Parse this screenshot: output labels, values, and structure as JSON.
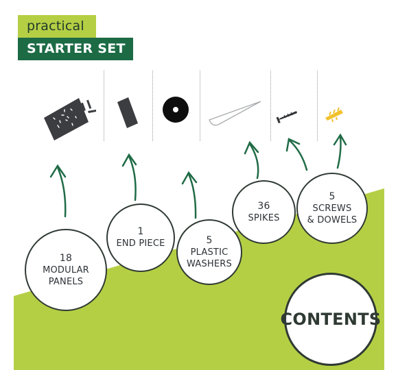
{
  "header": {
    "tag_top": "practical",
    "tag_bottom": "STARTER SET"
  },
  "items": [
    {
      "number": "18",
      "label_1": "MODULAR",
      "label_2": "PANELS",
      "icon": "modular-panel-icon"
    },
    {
      "number": "1",
      "label_1": "END PIECE",
      "label_2": "",
      "icon": "end-piece-icon"
    },
    {
      "number": "5",
      "label_1": "PLASTIC",
      "label_2": "WASHERS",
      "icon": "washer-icon"
    },
    {
      "number": "36",
      "label_1": "SPIKES",
      "label_2": "",
      "icon": "spike-icon"
    },
    {
      "number": "5",
      "label_1": "SCREWS",
      "label_2": "& DOWELS",
      "icon": "screw-dowel-icon"
    }
  ],
  "contents_label": "CONTENTS",
  "colors": {
    "lime": "#b5cf45",
    "dark_green": "#1c6b45",
    "arrow_green": "#1f6b46",
    "outline": "#2f3a33",
    "dowel_yellow": "#f2c12e"
  }
}
